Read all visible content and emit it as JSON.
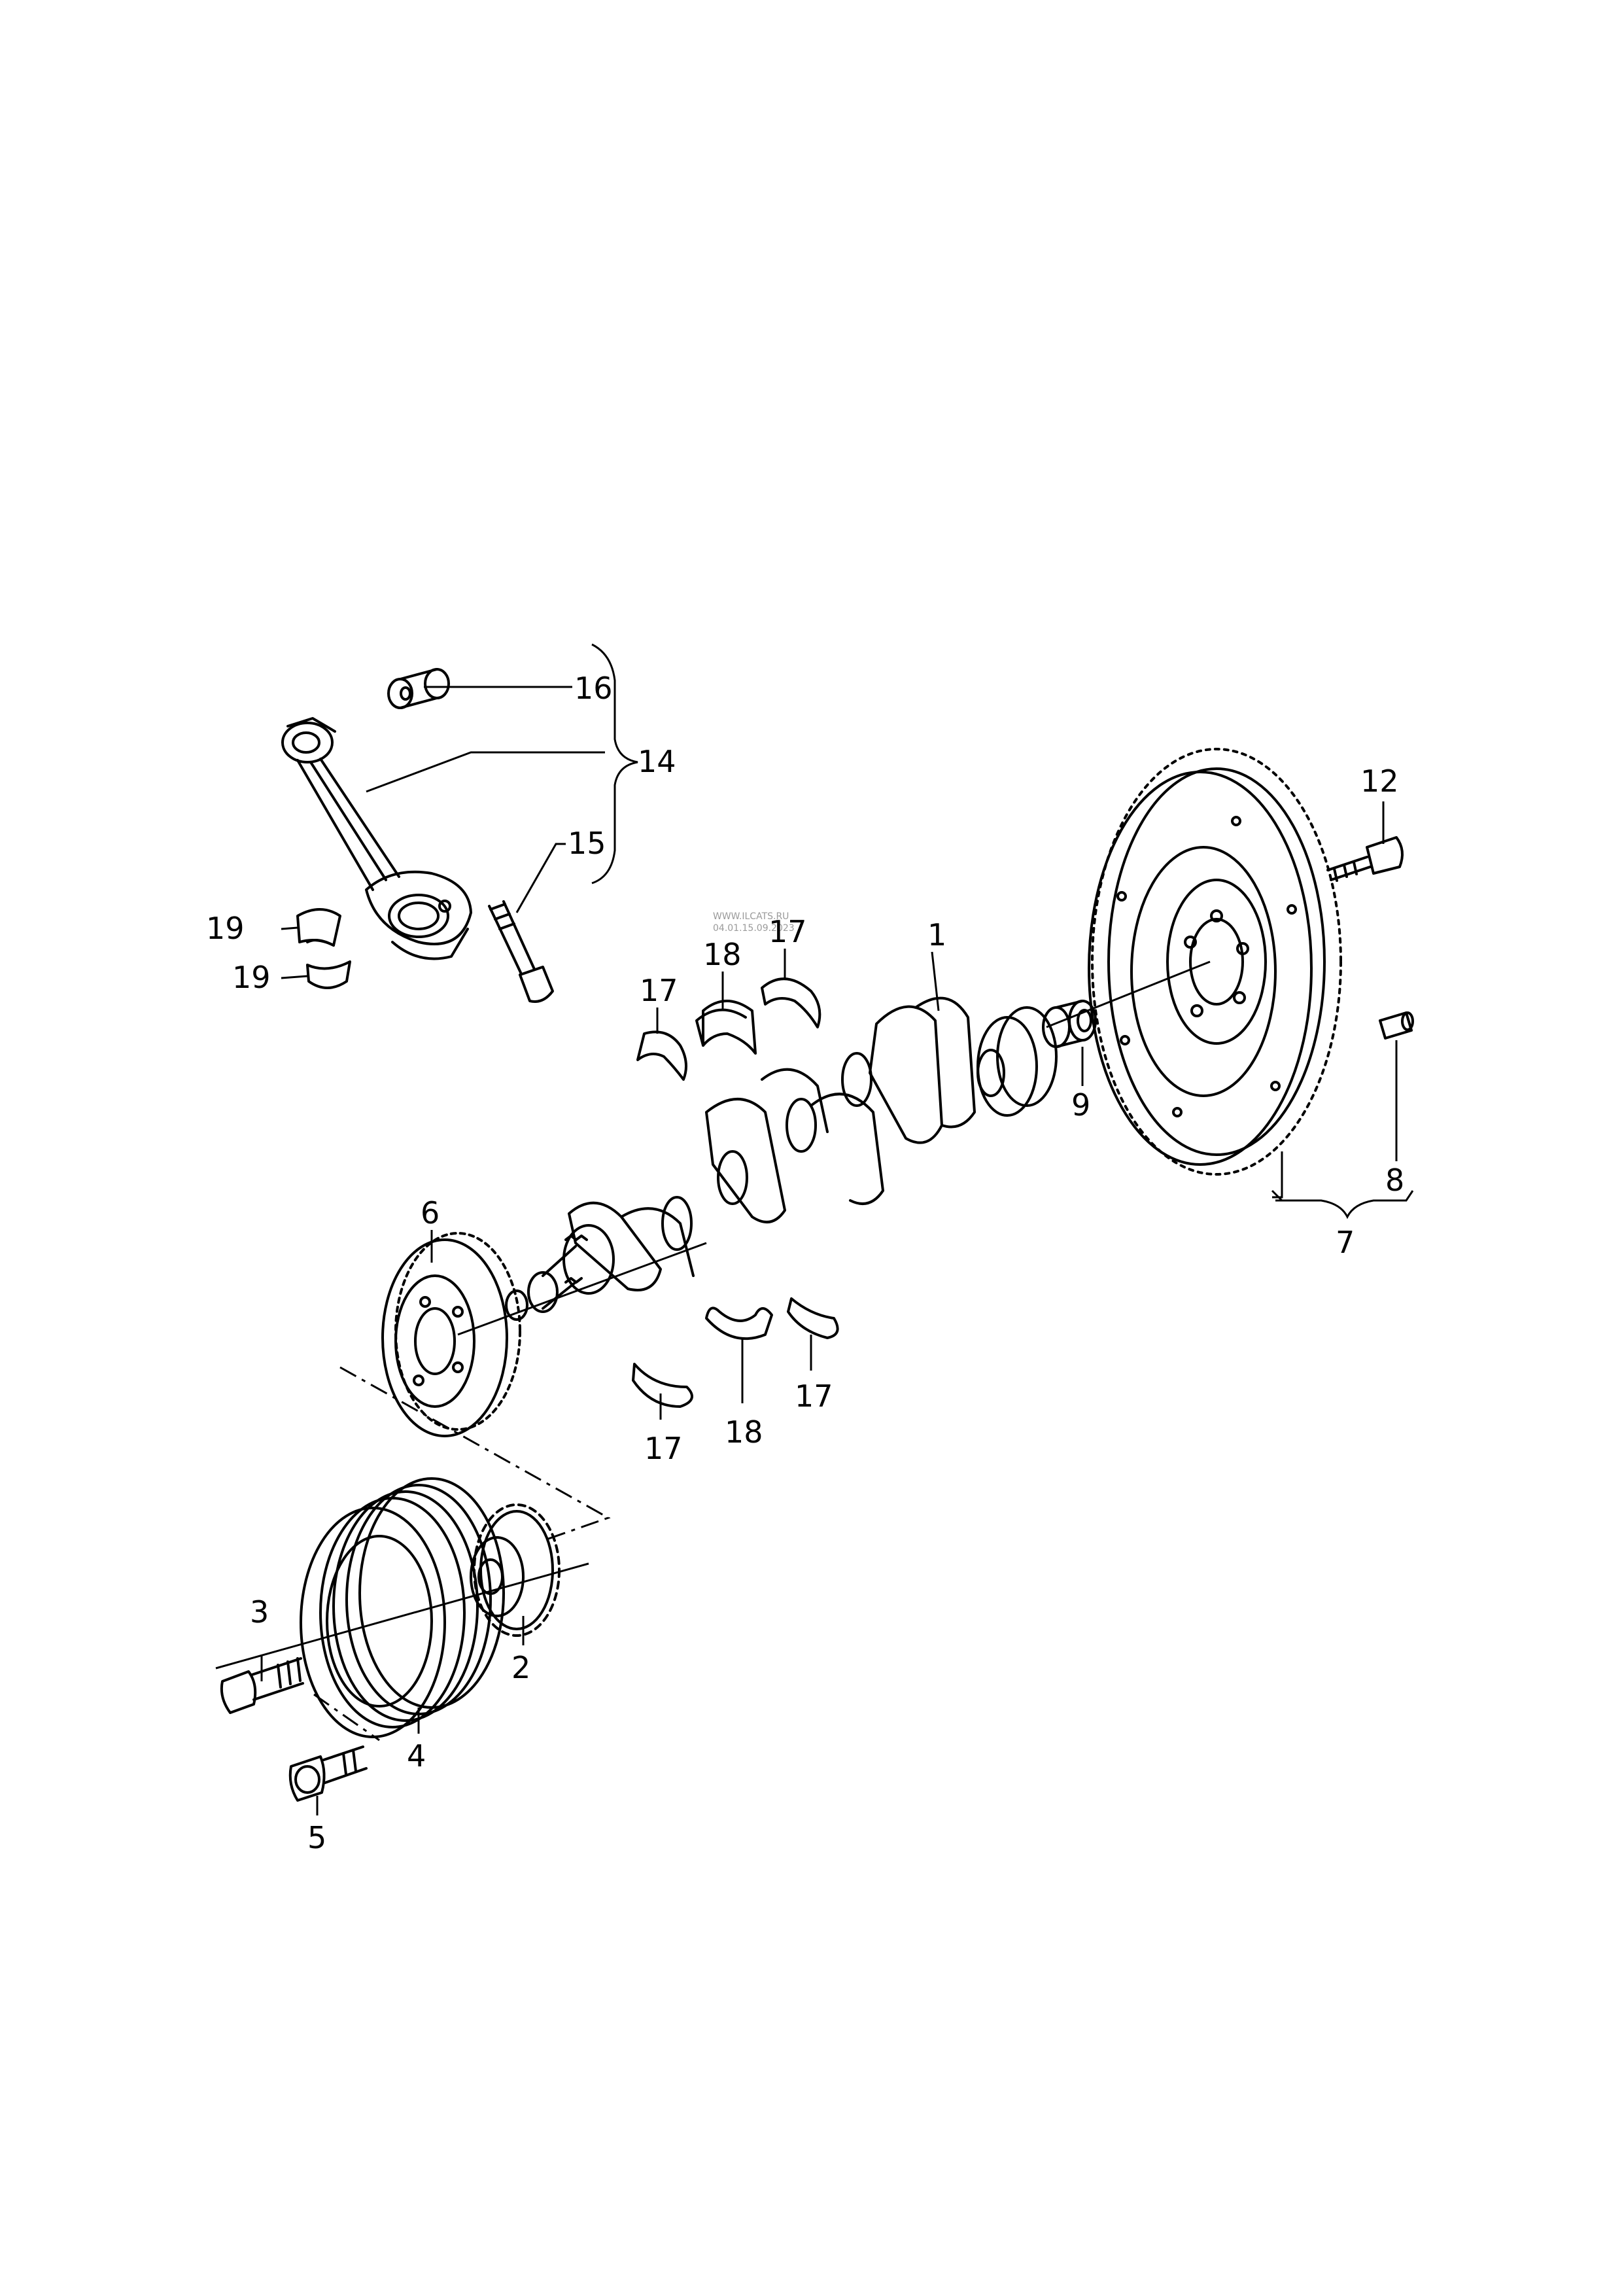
{
  "watermark": {
    "line1": "WWW.ILCATS.RU",
    "line2": "04.01.15.09.2023"
  },
  "callouts": {
    "c1": "1",
    "c2": "2",
    "c3": "3",
    "c4": "4",
    "c5": "5",
    "c6": "6",
    "c7": "7",
    "c8": "8",
    "c9": "9",
    "c12": "12",
    "c14": "14",
    "c15": "15",
    "c16": "16",
    "c17a": "17",
    "c17b": "17",
    "c17c": "17",
    "c17d": "17",
    "c18a": "18",
    "c18b": "18",
    "c19a": "19",
    "c19b": "19"
  },
  "icons": {
    "crankshaft": "crankshaft-icon",
    "flywheel": "flywheel-icon",
    "connecting_rod": "connecting-rod-icon",
    "gear": "gear-icon",
    "pulley": "pulley-icon",
    "bolt": "bolt-icon",
    "bearing_shell": "bearing-shell-icon",
    "thrust_washer": "thrust-washer-icon",
    "bushing": "bushing-icon",
    "pin": "dowel-pin-icon"
  }
}
